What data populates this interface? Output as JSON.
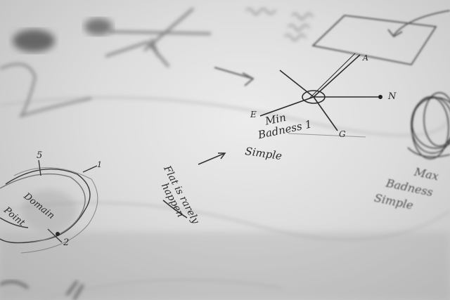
{
  "notes": {
    "min_badness": {
      "line1": "Min",
      "line2": "Badness 1",
      "line3": "Simple"
    },
    "flat_rarely": {
      "line1": "Flat is rarely",
      "line2": "happen"
    },
    "domain_point": {
      "line1": "Domain",
      "line2": "Point"
    },
    "max_badness": {
      "line1": "Max",
      "line2": "Badness",
      "line3": "Simple"
    },
    "directions": {
      "n": "N",
      "e": "E",
      "g": "G",
      "a": "A"
    },
    "numbers": {
      "five": "5",
      "one": "1",
      "two": "2"
    }
  }
}
